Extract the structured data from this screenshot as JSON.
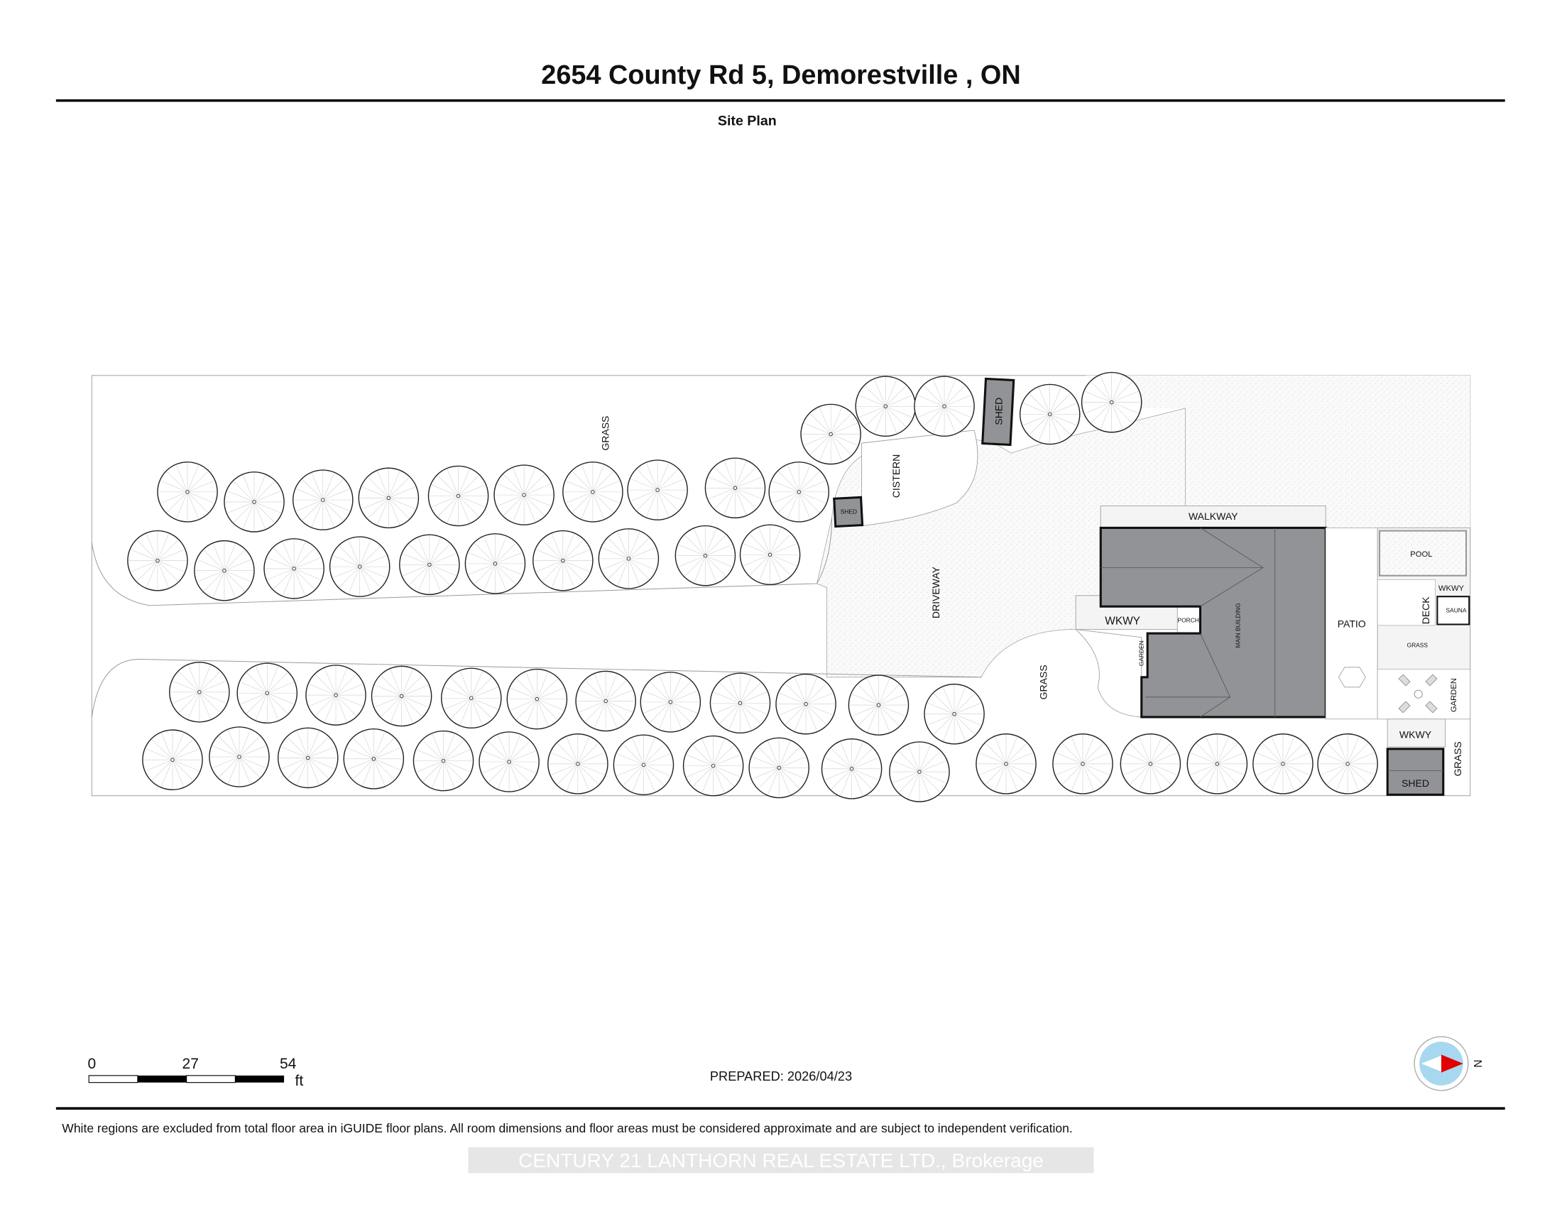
{
  "header": {
    "title": "2654 County Rd 5, Demorestville , ON",
    "subtitle": "Site Plan"
  },
  "plan_labels": {
    "grass_top": "GRASS",
    "shed_top": "SHED",
    "shed_small": "SHED",
    "cistern": "CISTERN",
    "driveway": "DRIVEWAY",
    "walkway": "WALKWAY",
    "wkwy_left": "WKWY",
    "porch": "PORCH",
    "garden_left": "GARDEN",
    "main_building": "MAIN BUILDING",
    "grass_mid": "GRASS",
    "patio": "PATIO",
    "pool": "POOL",
    "wkwy_pool": "WKWY",
    "deck": "DECK",
    "sauna": "SAUNA",
    "grass_right": "GRASS",
    "garden_right": "GARDEN",
    "wkwy_shed": "WKWY",
    "shed_bottom": "SHED",
    "grass_corner": "GRASS"
  },
  "scale_bar": {
    "ticks": [
      "0",
      "27",
      "54"
    ],
    "unit": "ft"
  },
  "prepared": "PREPARED: 2026/04/23",
  "compass": {
    "label": "N"
  },
  "footer": {
    "disclaimer": "White regions are excluded from total floor area in iGUIDE floor plans. All room dimensions and floor areas must be considered approximate and are subject to independent verification.",
    "watermark": "CENTURY 21 LANTHORN REAL ESTATE LTD., Brokerage"
  },
  "colors": {
    "building": "#929396",
    "compass_ring": "#a8d8f0",
    "compass_arrow": "#e00000"
  }
}
